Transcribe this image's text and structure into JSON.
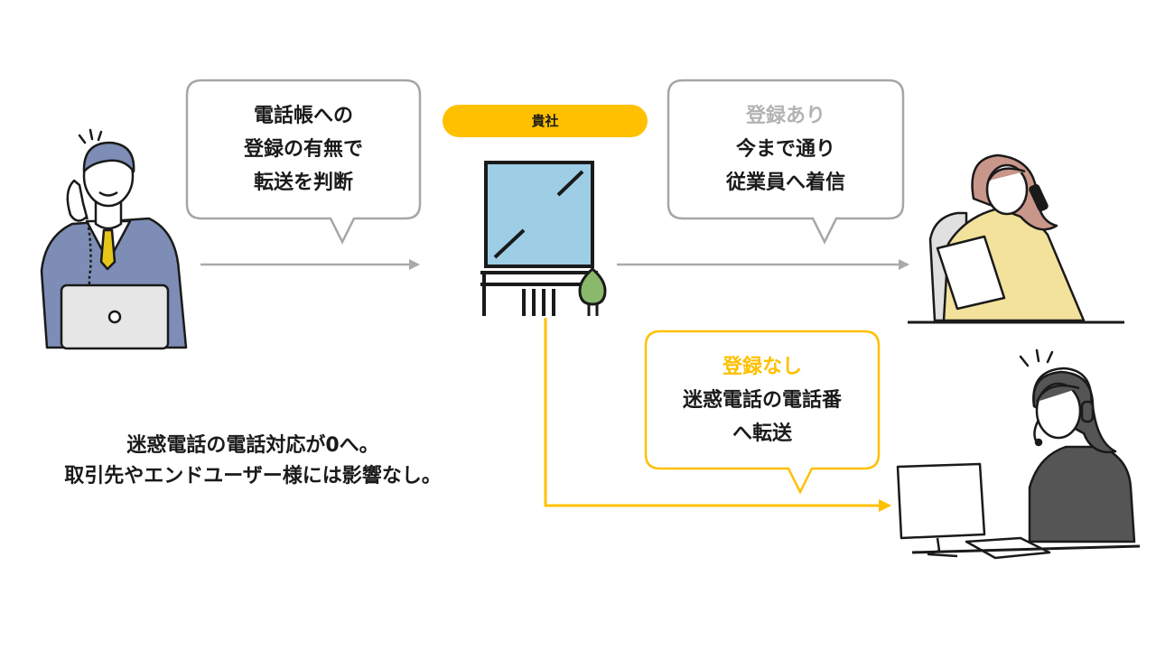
{
  "company_label": "貴社",
  "bubble_left": {
    "line1": "電話帳への",
    "line2": "登録の有無で",
    "line3": "転送を判断"
  },
  "bubble_registered": {
    "status": "登録あり",
    "line1": "今まで通り",
    "line2": "従業員へ着信"
  },
  "bubble_unregistered": {
    "status": "登録なし",
    "line1": "迷惑電話の電話番",
    "line2": "へ転送"
  },
  "summary": {
    "line1": "迷惑電話の電話対応が0へ。",
    "line2": "取引先やエンドユーザー様には影響なし。"
  },
  "colors": {
    "accent": "#ffc000",
    "gray_arrow": "#aaaaaa",
    "window_glass": "#9ecde6",
    "tree": "#8ab96b",
    "suit_blue": "#7d8db5",
    "suit_yellow": "#f3e29c",
    "suit_dark": "#555555"
  },
  "icons": [
    "caller-man-icon",
    "company-building-icon",
    "employee-woman-icon",
    "operator-woman-icon"
  ]
}
